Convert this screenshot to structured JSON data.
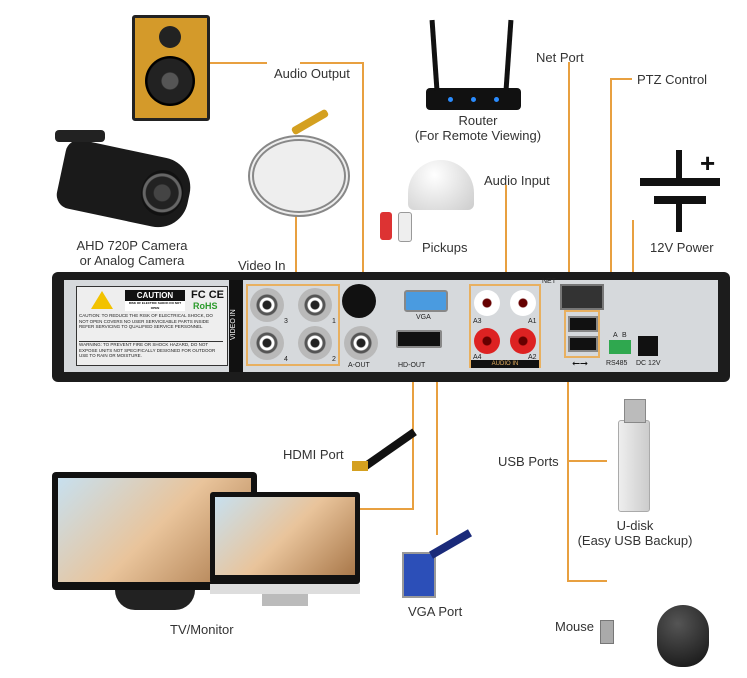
{
  "callouts": {
    "audio_output": "Audio Output",
    "net_port": "Net Port",
    "ptz_control": "PTZ Control",
    "router": "Router",
    "router_sub": "(For Remote Viewing)",
    "audio_input": "Audio Input",
    "camera": "AHD 720P Camera",
    "camera_sub": "or Analog Camera",
    "pickups": "Pickups",
    "power": "12V Power",
    "video_in": "Video In",
    "hdmi_port": "HDMI Port",
    "usb_ports": "USB Ports",
    "udisk": "U-disk",
    "udisk_sub": "(Easy USB Backup)",
    "tv_monitor": "TV/Monitor",
    "vga_port": "VGA Port",
    "mouse": "Mouse"
  },
  "panel": {
    "caution": "CAUTION",
    "risk": "RISK OF ELECTRIC SHOCK DO NOT OPEN",
    "fcc": "FC CE",
    "rohs": "RoHS",
    "caution_text": "CAUTION: TO REDUCE THE RISK OF ELECTRICAL SHOCK, DO NOT OPEN COVERS NO USER SERVICEABLE PARTS INSIDE REFER SERVICING TO QUALIFIED SERVICE PERSONNEL",
    "warning_text": "WARNING: TO PREVENT FIRE OR SHOCK HAZARD, DO NOT EXPOSE UNITS NOT SPECIFICALLY DESIGNED FOR OUTDOOR USE TO RAIN OR MOISTURE.",
    "video_in": "VIDEO IN",
    "ch1": "1",
    "ch2": "2",
    "ch3": "3",
    "ch4": "4",
    "a_out": "A-OUT",
    "vga": "VGA",
    "hd_out": "HD-OUT",
    "a1": "A1",
    "a2": "A2",
    "a3": "A3",
    "a4": "A4",
    "audio_in": "AUDIO IN",
    "net": "NET",
    "rs485": "RS485",
    "rs_a": "A",
    "rs_b": "B",
    "dc12v": "DC 12V"
  },
  "colors": {
    "callout_line": "#e8a040",
    "panel": "#1c1c1c",
    "face": "#d6d9dc"
  }
}
